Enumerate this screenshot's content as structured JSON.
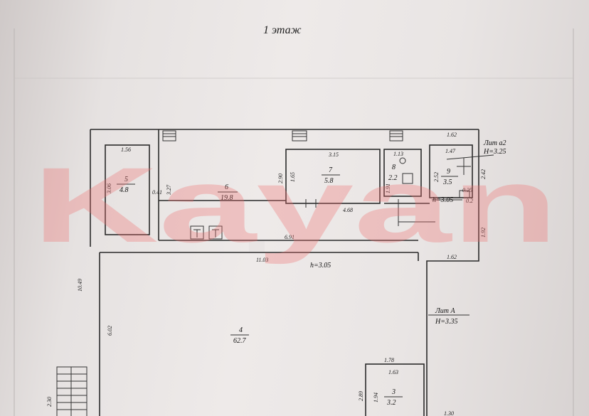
{
  "title": "1 этаж",
  "watermark": "Kayan",
  "rooms": [
    {
      "number": "5",
      "area": "4.8"
    },
    {
      "number": "6",
      "area": "19.8"
    },
    {
      "number": "7",
      "area": "5.8"
    },
    {
      "number": "8",
      "area": "2.2"
    },
    {
      "number": "9",
      "area": "3.5"
    },
    {
      "number": "4",
      "area": "62.7"
    },
    {
      "number": "3",
      "area": "3.2"
    }
  ],
  "dimensions": [
    "1.56",
    "3.06",
    "0.41",
    "3.27",
    "2.90",
    "1.65",
    "3.15",
    "1.13",
    "1.91",
    "1.62",
    "1.47",
    "2.52",
    "2.42",
    "0.25",
    "4.68",
    "6.91",
    "1.92",
    "1.62",
    "11.03",
    "10.49",
    "6.02",
    "1.78",
    "1.63",
    "1.94",
    "2.89",
    "2.30",
    "1.30",
    "0.2"
  ],
  "heights": [
    "h=3.05",
    "h=3.05"
  ],
  "lit_a2": {
    "name": "Лит а2",
    "height": "H=3.25"
  },
  "lit_a": {
    "name": "Лит А",
    "height": "H=3.35"
  }
}
